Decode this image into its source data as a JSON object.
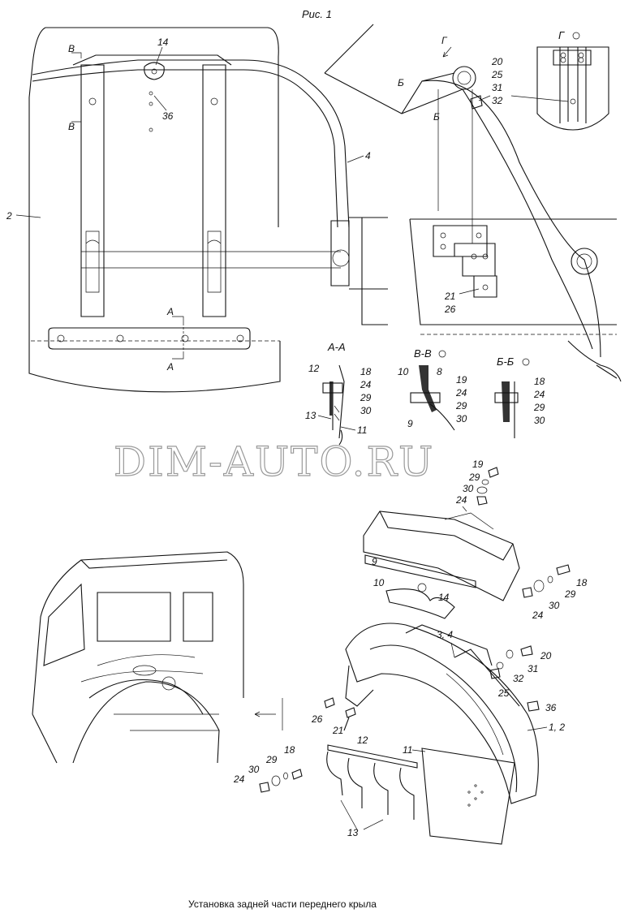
{
  "figure_title": "Рис. 1",
  "caption": "Установка задней части переднего крыла",
  "watermark": "DIM-AUTO.RU",
  "view_labels": {
    "a_a": "А-А",
    "v_v": "В-В",
    "b_b": "Б-Б",
    "g_view": "Г",
    "cut_a": "А",
    "cut_b": "Б",
    "cut_v": "В"
  },
  "callouts": {
    "n1_2": "1, 2",
    "n2": "2",
    "n3_4": "3, 4",
    "n4": "4",
    "n8": "8",
    "n9": "9",
    "n10": "10",
    "n11": "11",
    "n12": "12",
    "n13": "13",
    "n14": "14",
    "n18": "18",
    "n19": "19",
    "n20": "20",
    "n21": "21",
    "n24": "24",
    "n25": "25",
    "n26": "26",
    "n29": "29",
    "n30": "30",
    "n31": "31",
    "n32": "32",
    "n36": "36"
  }
}
